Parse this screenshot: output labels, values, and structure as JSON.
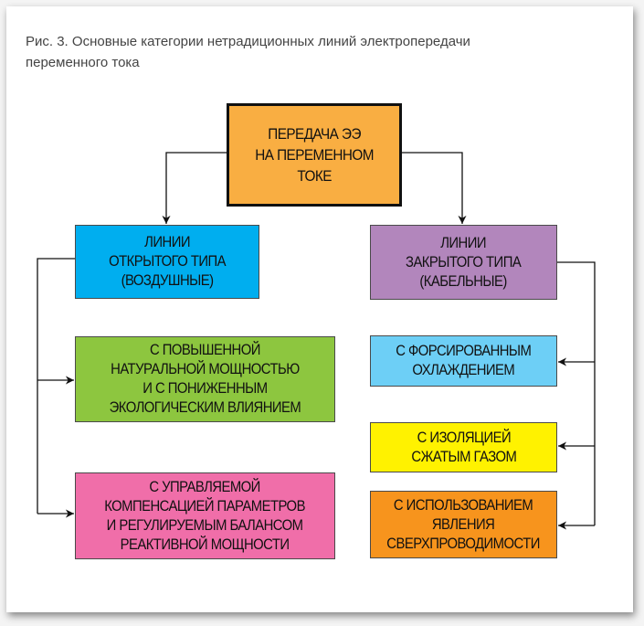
{
  "caption": "Рис. 3. Основные категории нетрадиционных линий электропередачи переменного тока",
  "nodes": {
    "root": "ПЕРЕДАЧА ЭЭ\nНА ПЕРЕМЕННОМ\nТОКЕ",
    "open": "ЛИНИИ\nОТКРЫТОГО ТИПА\n(ВОЗДУШНЫЕ)",
    "closed": "ЛИНИИ\nЗАКРЫТОГО ТИПА\n(КАБЕЛЬНЫЕ)",
    "open_1": "С ПОВЫШЕННОЙ\nНАТУРАЛЬНОЙ МОЩНОСТЬЮ\nИ С ПОНИЖЕННЫМ\nЭКОЛОГИЧЕСКИМ ВЛИЯНИЕМ",
    "open_2": "С УПРАВЛЯЕМОЙ\nКОМПЕНСАЦИЕЙ ПАРАМЕТРОВ\nИ РЕГУЛИРУЕМЫМ БАЛАНСОМ\nРЕАКТИВНОЙ МОЩНОСТИ",
    "closed_1": "С ФОРСИРОВАННЫМ\nОХЛАЖДЕНИЕМ",
    "closed_2": "С ИЗОЛЯЦИЕЙ\nСЖАТЫМ ГАЗОМ",
    "closed_3": "С ИСПОЛЬЗОВАНИЕМ\nЯВЛЕНИЯ\nСВЕРХПРОВОДИМОСТИ"
  },
  "colors": {
    "root": "#f9ae42",
    "open": "#00aeef",
    "closed": "#b286bc",
    "open_1": "#8dc63f",
    "open_2": "#f06ea9",
    "closed_1": "#6dcff6",
    "closed_2": "#fff200",
    "closed_3": "#f7941d"
  }
}
